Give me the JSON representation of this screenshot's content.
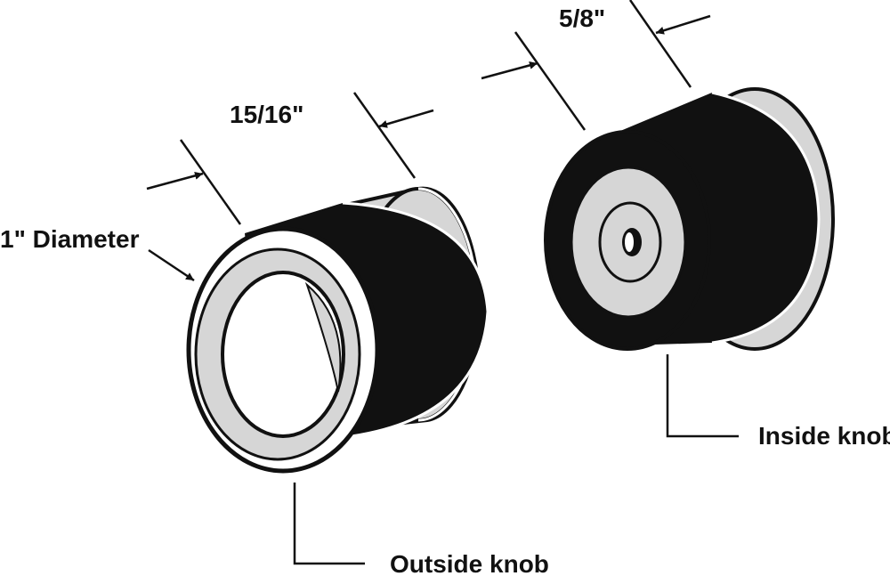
{
  "labels": {
    "diameter": "1\" Diameter",
    "outside_length": "15/16\"",
    "inside_length": "5/8\"",
    "outside_knob": "Outside knob",
    "inside_knob": "Inside knob"
  },
  "colors": {
    "background": "#ffffff",
    "ink": "#111111",
    "gray": "#d6d6d6",
    "white": "#ffffff"
  }
}
